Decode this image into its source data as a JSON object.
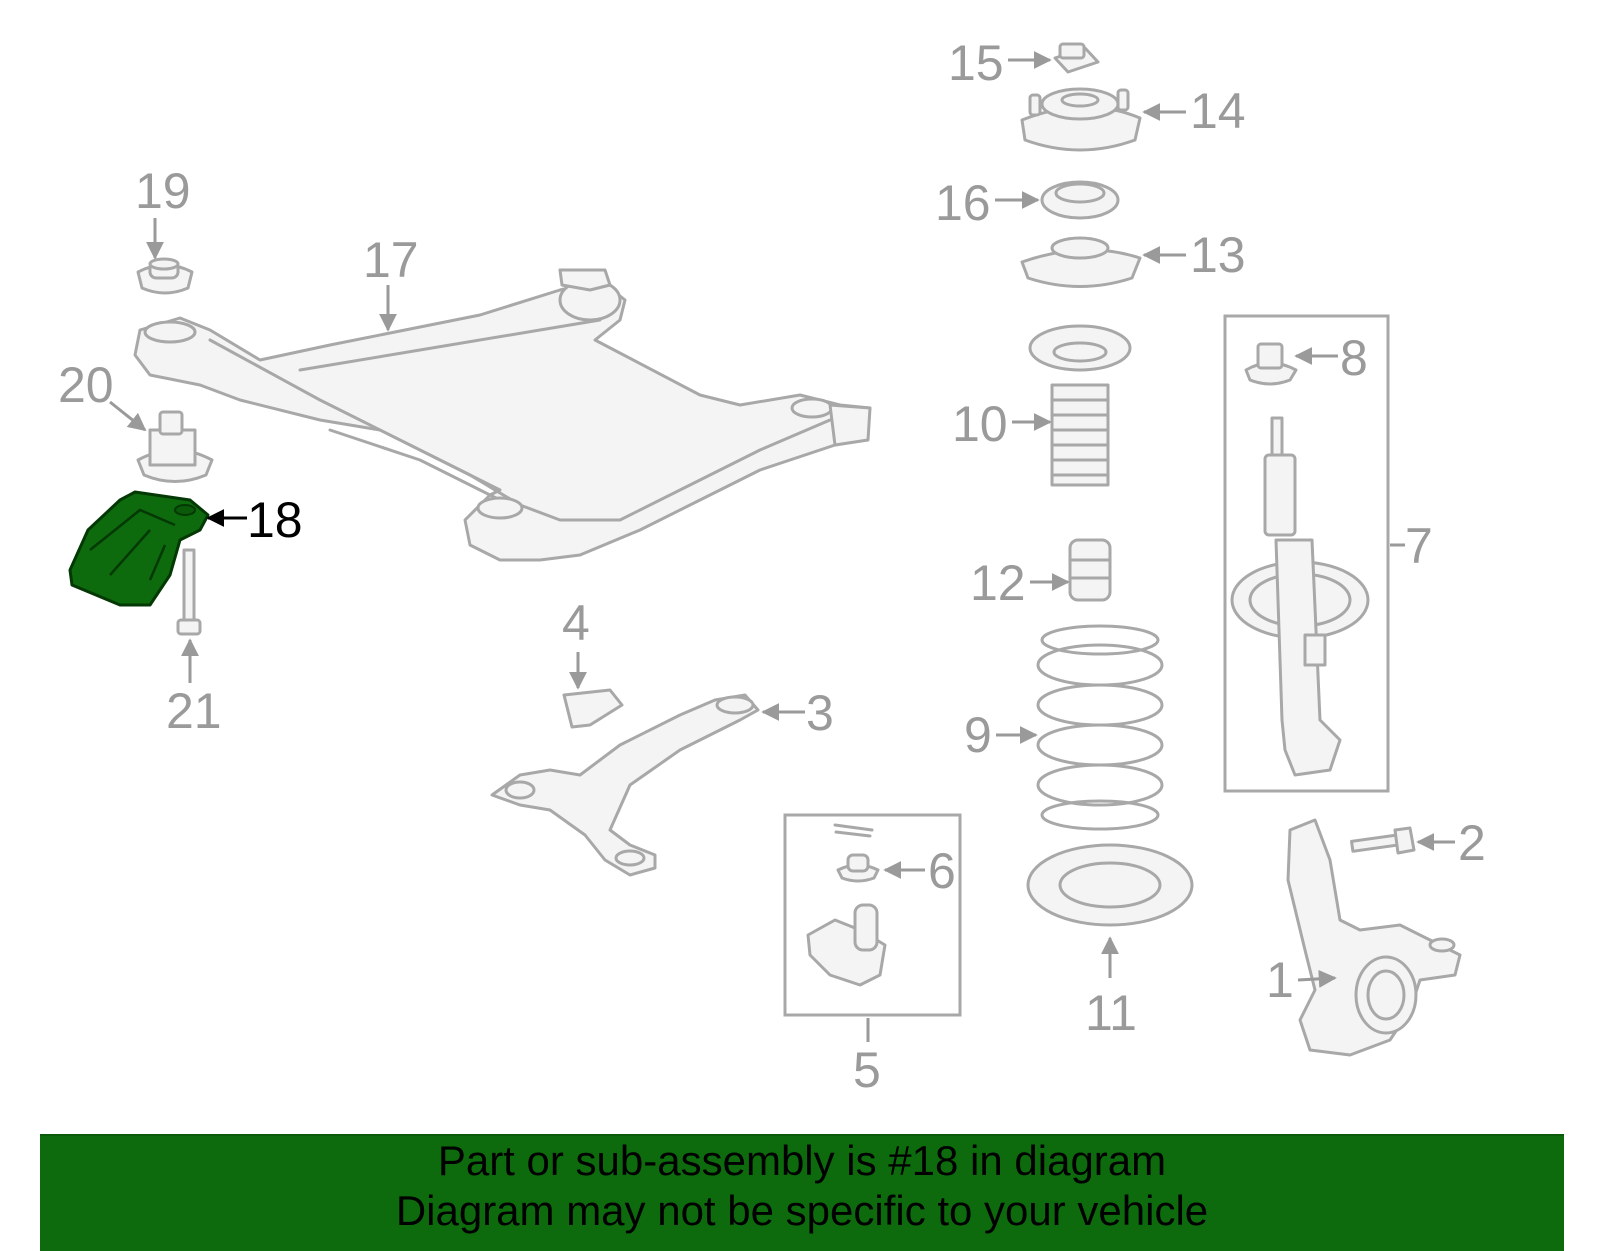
{
  "callouts": {
    "c1": "1",
    "c2": "2",
    "c3": "3",
    "c4": "4",
    "c5": "5",
    "c6": "6",
    "c7": "7",
    "c8": "8",
    "c9": "9",
    "c10": "10",
    "c11": "11",
    "c12": "12",
    "c13": "13",
    "c14": "14",
    "c15": "15",
    "c16": "16",
    "c17": "17",
    "c18": "18",
    "c19": "19",
    "c20": "20",
    "c21": "21"
  },
  "highlight": {
    "part": "18",
    "color": "#0d6b0d"
  },
  "colors": {
    "parts": "#a8a8a8",
    "labels": "#9a9a9a",
    "banner": "#0d6b0d"
  },
  "banner": {
    "line1": "Part or sub-assembly is #18 in diagram",
    "line2": "Diagram may not be specific to your vehicle"
  }
}
